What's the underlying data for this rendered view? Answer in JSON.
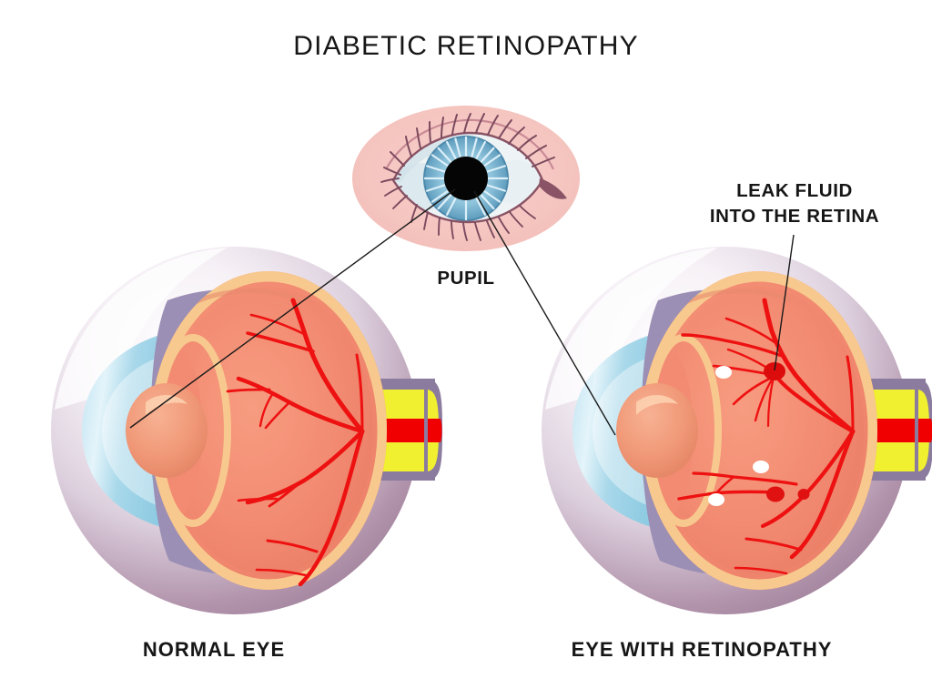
{
  "title": "DIABETIC RETINOPATHY",
  "labels": {
    "pupil": "PUPIL",
    "leak_line1": "LEAK FLUID",
    "leak_line2": "INTO THE RETINA",
    "normal_eye": "NORMAL EYE",
    "retinopathy_eye": "EYE WITH RETINOPATHY"
  },
  "colors": {
    "background": "#ffffff",
    "text": "#161616",
    "leader_line": "#1a1a1a",
    "skin_oval": "#f5c5c0",
    "sclera_white": "#eef4f6",
    "iris_blue": "#8fc4dc",
    "iris_blue_dark": "#6aa8c6",
    "iris_striation": "#d9eef8",
    "pupil_black": "#050505",
    "eyelid_line": "#7b4a5e",
    "lash": "#7b4a5e",
    "globe_outer_light": "#f3eef5",
    "globe_outer_mauve": "#9b7a96",
    "sclera_shell": "#9b8fb5",
    "cornea_blue": "#a8d8ea",
    "cornea_blue_light": "#cfeaf5",
    "retina_salmon": "#f28b72",
    "retina_salmon_dark": "#e87a62",
    "retina_rim_cream": "#f8c98e",
    "lens_salmon": "#f09877",
    "optic_yellow": "#f0f030",
    "optic_red": "#f00000",
    "optic_purple": "#8b7b9e",
    "vessel_red": "#ee1111",
    "hemorrhage_red": "#dd0c0c",
    "exudate_white": "#ffffff"
  },
  "figures": [
    {
      "id": "normal-eye",
      "caption": "NORMAL EYE",
      "hemorrhages": 0,
      "exudates": 0
    },
    {
      "id": "retinopathy-eye",
      "caption": "EYE WITH RETINOPATHY",
      "hemorrhages": 3,
      "exudates": 3
    }
  ],
  "annotations": [
    {
      "name": "pupil",
      "text": "PUPIL",
      "points_to": "lens-of-normal-eye"
    },
    {
      "name": "leak-fluid",
      "text": "LEAK FLUID INTO THE RETINA",
      "points_to": "hemorrhage-in-retinopathy-eye"
    }
  ]
}
